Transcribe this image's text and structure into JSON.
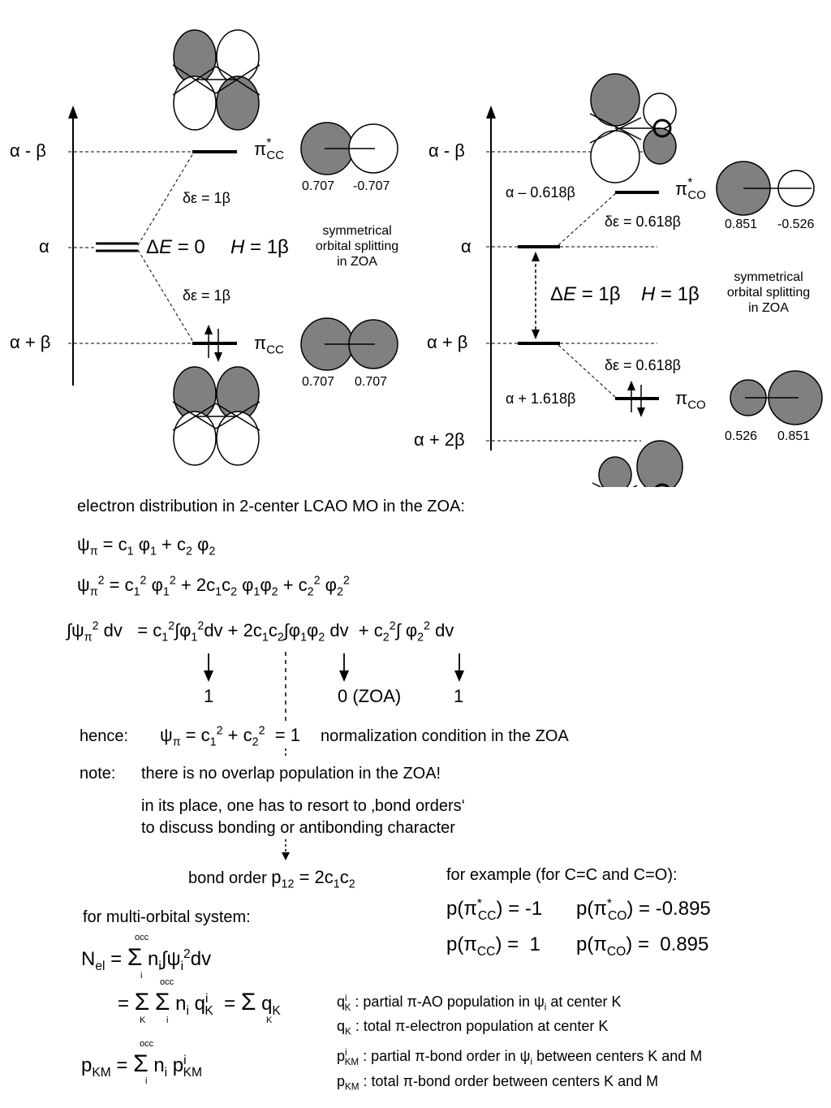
{
  "left": {
    "levels": {
      "a_minus_b": "α - β",
      "a": "α",
      "a_plus_b": "α + β"
    },
    "pi_star": "π*CC",
    "pi": "πCC",
    "de_upper": "δε = 1β",
    "de_lower": "δε = 1β",
    "delta_e": "ΔE = 0",
    "h": "H = 1β",
    "coef_star": [
      "0.707",
      "-0.707"
    ],
    "coef": [
      "0.707",
      "0.707"
    ],
    "splitting": [
      "symmetrical",
      "orbital splitting",
      "in ZOA"
    ]
  },
  "right": {
    "levels": {
      "a_minus_b": "α - β",
      "a": "α",
      "a_plus_b": "α + β",
      "a_plus_2b": "α + 2β"
    },
    "e_upper": "α – 0.618β",
    "e_lower": "α + 1.618β",
    "pi_star": "π*CO",
    "pi": "πCO",
    "de_upper": "δε = 0.618β",
    "de_lower": "δε = 0.618β",
    "delta_e": "ΔE = 1β",
    "h": "H = 1β",
    "coef_star": [
      "0.851",
      "-0.526"
    ],
    "coef": [
      "0.526",
      "0.851"
    ],
    "splitting": [
      "symmetrical",
      "orbital splitting",
      "in ZOA"
    ]
  },
  "text": {
    "heading": "electron distribution in 2-center LCAO MO in the ZOA:",
    "eq1": "ψπ = c1 φ1 + c2 φ2",
    "eq2": "ψπ2 = c12 φ12 + 2c1c2 φ1φ2 + c22 φ22",
    "eq3": "∫ψπ2 dv = c12∫φ12dv + 2c1c2∫φ1φ2 dv + c22∫ φ22 dv",
    "val1": "1",
    "val2": "0 (ZOA)",
    "val3": "1",
    "hence_label": "hence:",
    "hence_eq": "ψπ = c12 + c22 = 1",
    "norm": "normalization condition in the ZOA",
    "note_label": "note:",
    "note1": "there is no overlap population in the ZOA!",
    "note2": "in its place, one has to resort to ‚bond orders‘",
    "note3": "to discuss bonding or antibonding character",
    "bond_order": "bond order p12 = 2c1c2",
    "example": "for example (for C=C and C=O):",
    "ex1a": "p(π*CC) = -1",
    "ex1b": "p(π*CO) = -0.895",
    "ex2a": "p(πCC) = 1",
    "ex2b": "p(πCO) = 0.895",
    "multi": "for multi-orbital system:",
    "nel1": "Nel = Σocci ni∫ψi2dv",
    "nel2": "= ΣK Σocci ni qiK = ΣK qK",
    "pkm": "pKM = Σocci ni piKM",
    "def1": "qiK : partial π-AO population in ψi at center K",
    "def2": "qK : total π-electron population at center K",
    "def3": "piKM : partial π-bond order in ψi between centers K and M",
    "def4": "pKM : total π-bond order between centers K and M"
  },
  "colors": {
    "lobe_fill": "#808080",
    "line": "#000000"
  }
}
